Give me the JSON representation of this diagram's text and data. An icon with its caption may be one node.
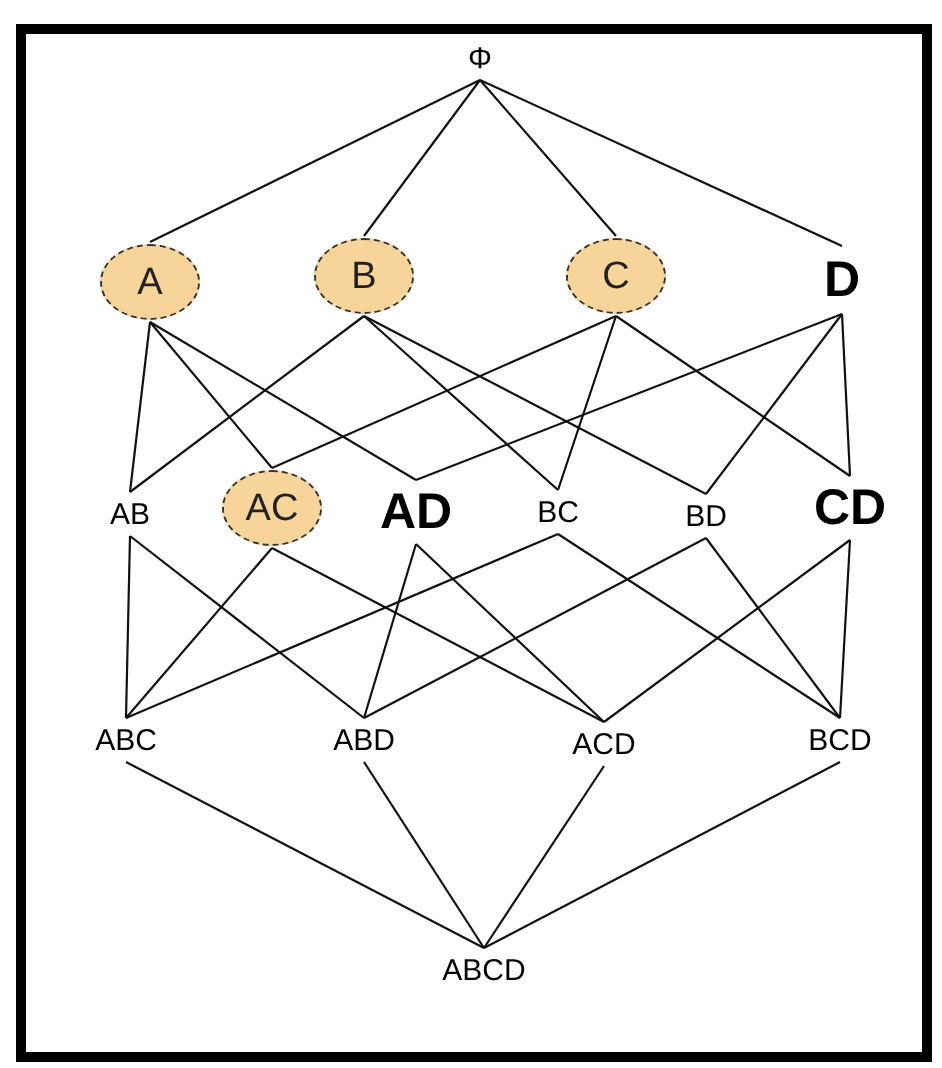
{
  "diagram": {
    "nodes": [
      {
        "text": [
          "Φ"
        ]
      },
      {
        "text": [
          "A"
        ]
      },
      {
        "text": [
          "B"
        ]
      },
      {
        "text": [
          "C"
        ]
      },
      {
        "text": [
          "D"
        ]
      },
      {
        "text": [
          "AB"
        ]
      },
      {
        "text": [
          "AC"
        ]
      },
      {
        "text": [
          "AD"
        ]
      },
      {
        "text": [
          "BC"
        ]
      },
      {
        "text": [
          "BD"
        ]
      },
      {
        "text": [
          "CD"
        ]
      },
      {
        "text": [
          "ABC"
        ]
      },
      {
        "text": [
          "ABD"
        ]
      },
      {
        "text": [
          "ACD"
        ]
      },
      {
        "text": [
          "BCD"
        ]
      },
      {
        "text": [
          "ABCD"
        ]
      }
    ],
    "edges": [
      {
        "from": 0,
        "to": 1,
        "arrow": "none"
      },
      {
        "from": 0,
        "to": 2,
        "arrow": "none"
      },
      {
        "from": 0,
        "to": 3,
        "arrow": "none"
      },
      {
        "from": 0,
        "to": 4,
        "arrow": "none"
      },
      {
        "from": 1,
        "to": 5,
        "arrow": "none"
      },
      {
        "from": 1,
        "to": 6,
        "arrow": "none"
      },
      {
        "from": 1,
        "to": 7,
        "arrow": "none"
      },
      {
        "from": 2,
        "to": 5,
        "arrow": "none"
      },
      {
        "from": 2,
        "to": 8,
        "arrow": "none"
      },
      {
        "from": 2,
        "to": 9,
        "arrow": "none"
      },
      {
        "from": 3,
        "to": 6,
        "arrow": "none"
      },
      {
        "from": 3,
        "to": 8,
        "arrow": "none"
      },
      {
        "from": 3,
        "to": 10,
        "arrow": "none"
      },
      {
        "from": 4,
        "to": 7,
        "arrow": "none"
      },
      {
        "from": 4,
        "to": 9,
        "arrow": "none"
      },
      {
        "from": 4,
        "to": 10,
        "arrow": "none"
      },
      {
        "from": 5,
        "to": 11,
        "arrow": "none"
      },
      {
        "from": 5,
        "to": 12,
        "arrow": "none"
      },
      {
        "from": 6,
        "to": 11,
        "arrow": "none"
      },
      {
        "from": 6,
        "to": 13,
        "arrow": "none"
      },
      {
        "from": 7,
        "to": 12,
        "arrow": "none"
      },
      {
        "from": 7,
        "to": 13,
        "arrow": "none"
      },
      {
        "from": 8,
        "to": 11,
        "arrow": "none"
      },
      {
        "from": 8,
        "to": 14,
        "arrow": "none"
      },
      {
        "from": 9,
        "to": 12,
        "arrow": "none"
      },
      {
        "from": 9,
        "to": 14,
        "arrow": "none"
      },
      {
        "from": 10,
        "to": 13,
        "arrow": "none"
      },
      {
        "from": 10,
        "to": 14,
        "arrow": "none"
      },
      {
        "from": 11,
        "to": 15,
        "arrow": "none"
      },
      {
        "from": 12,
        "to": 15,
        "arrow": "none"
      },
      {
        "from": 13,
        "to": 15,
        "arrow": "none"
      },
      {
        "from": 14,
        "to": 15,
        "arrow": "none"
      }
    ]
  }
}
